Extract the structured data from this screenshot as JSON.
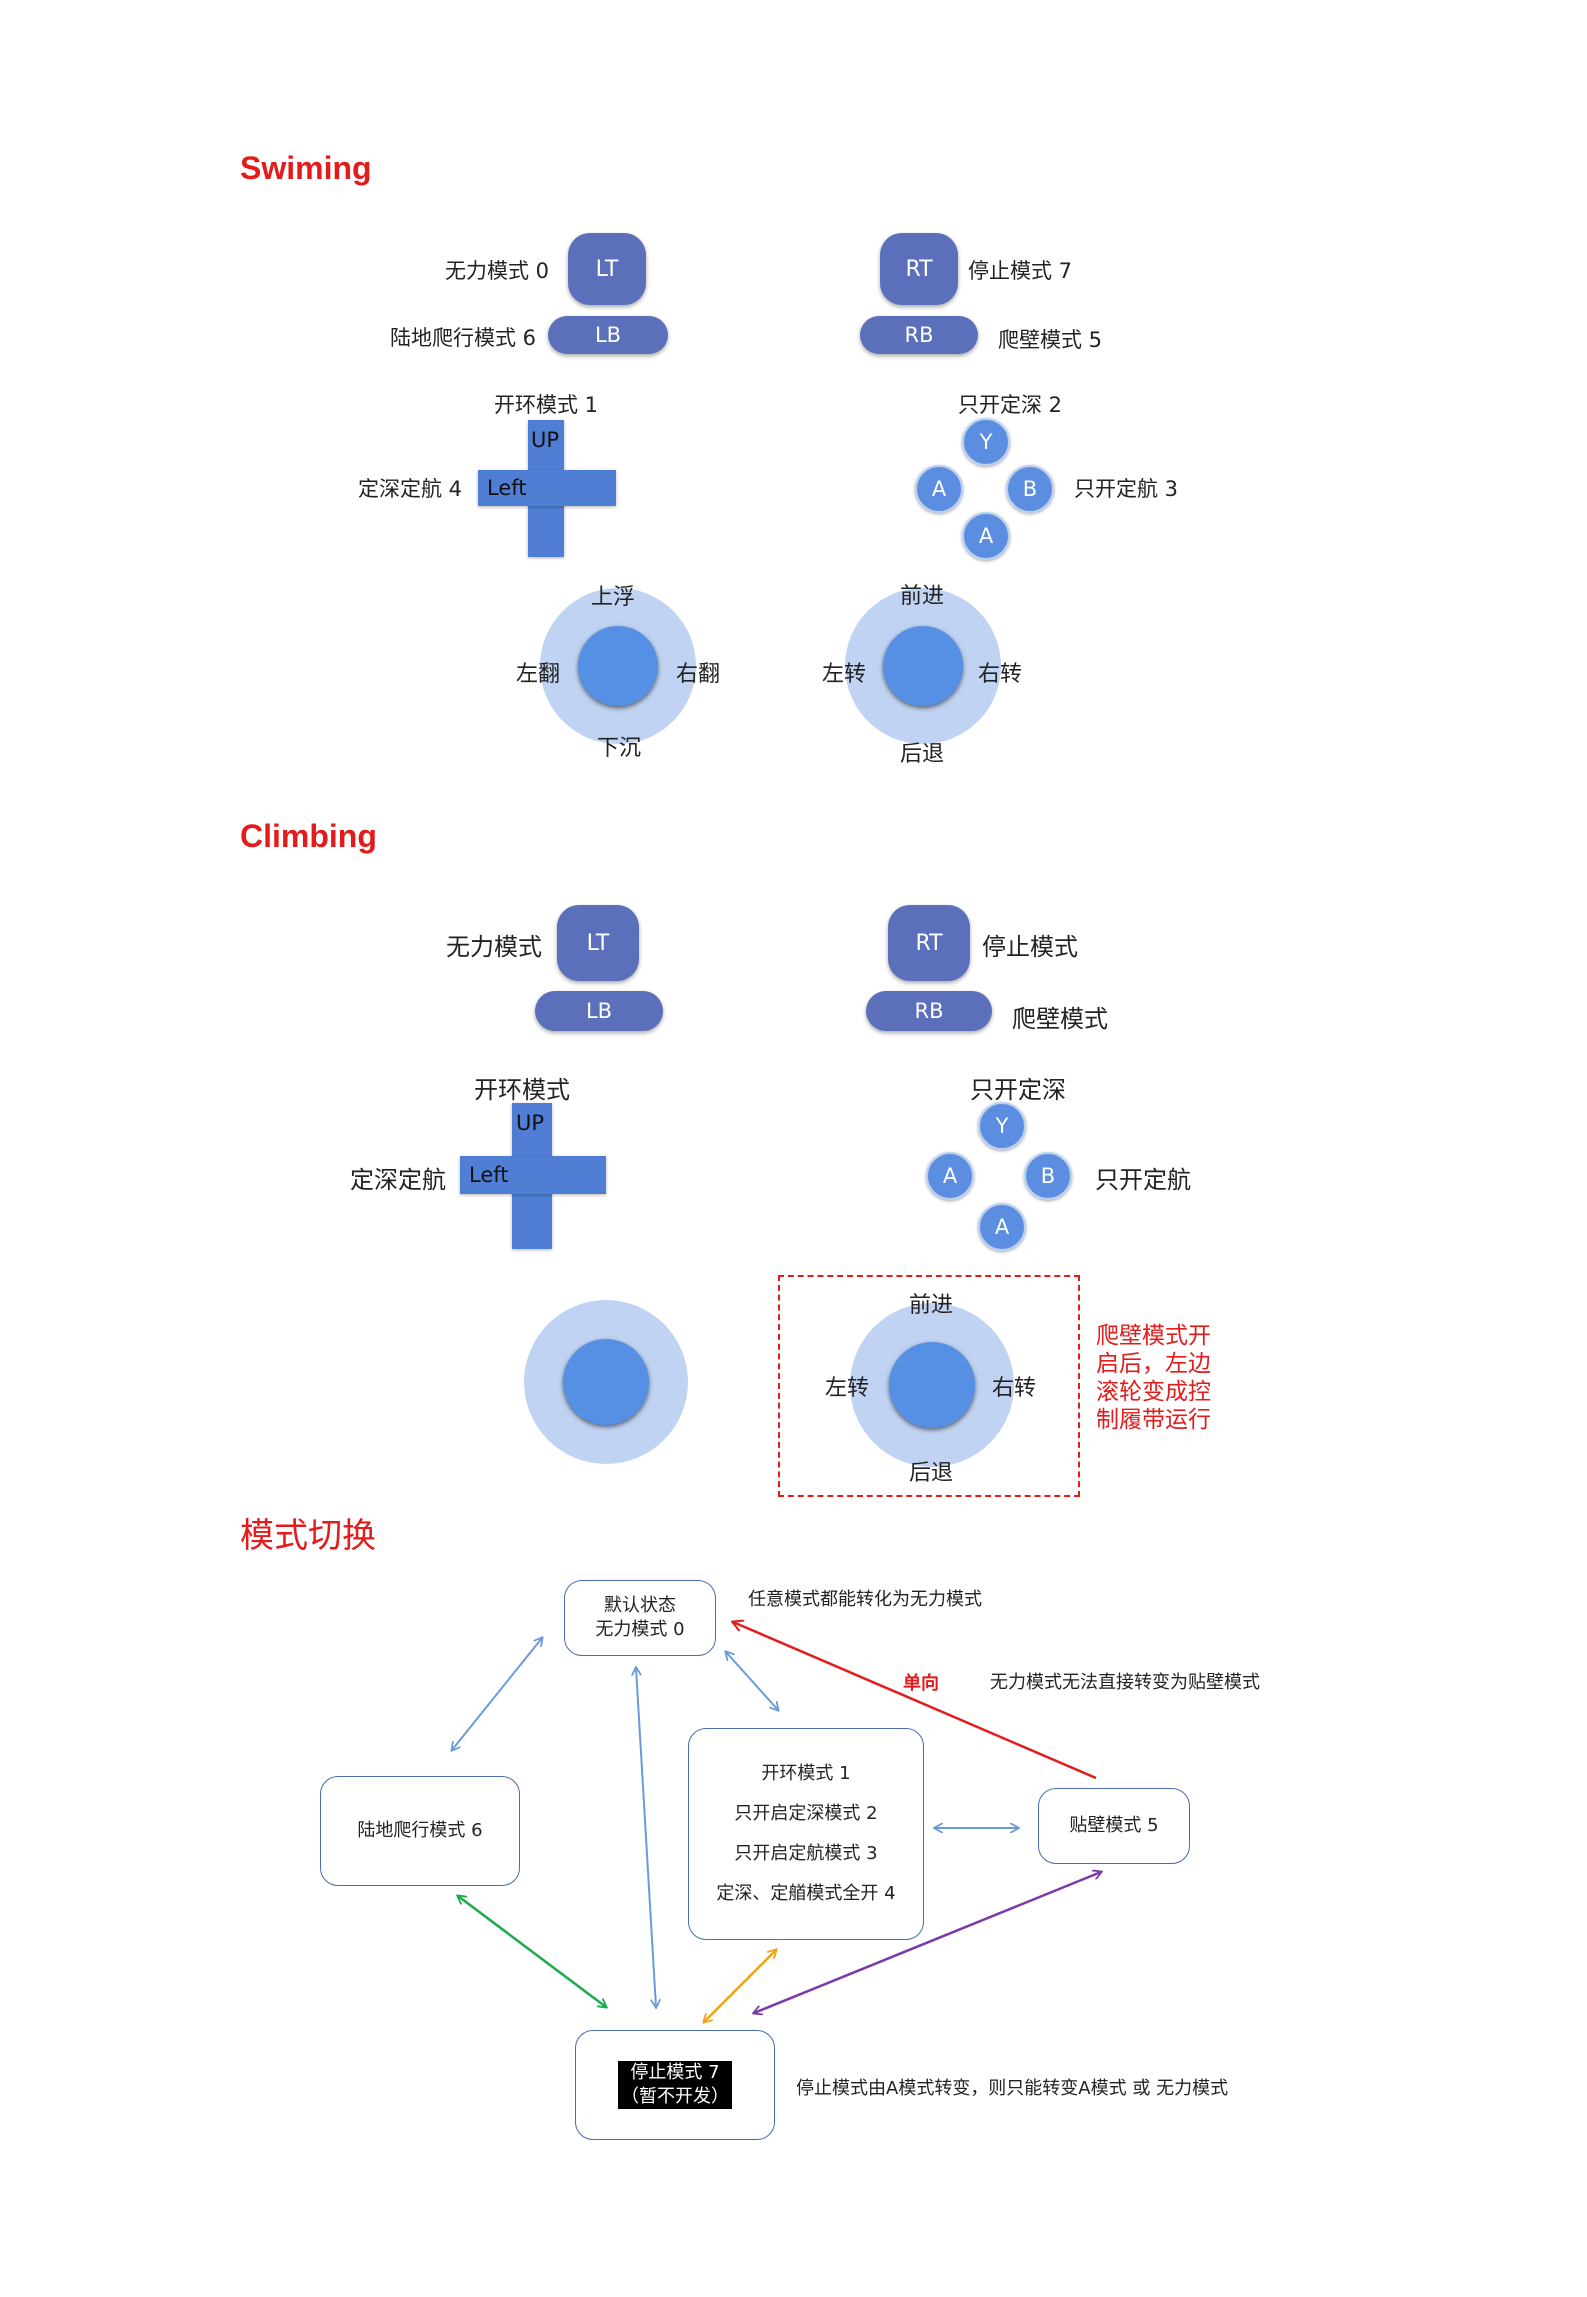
{
  "swiming": {
    "title": "Swiming",
    "lt": {
      "button": "LT",
      "label": "无力模式 0"
    },
    "lb": {
      "button": "LB",
      "label": "陆地爬行模式 6"
    },
    "rt": {
      "button": "RT",
      "label": "停止模式 7"
    },
    "rb": {
      "button": "RB",
      "label": "爬壁模式 5"
    },
    "dpad": {
      "up_label": "开环模式 1",
      "left_label": "定深定航 4",
      "up": "UP",
      "left": "Left"
    },
    "face": {
      "y_label": "只开定深 2",
      "b_label": "只开定航 3",
      "y": "Y",
      "a_left": "A",
      "b": "B",
      "a_bottom": "A"
    },
    "left_stick": {
      "up": "上浮",
      "down": "下沉",
      "left": "左翻",
      "right": "右翻"
    },
    "right_stick": {
      "up": "前进",
      "down": "后退",
      "left": "左转",
      "right": "右转"
    }
  },
  "climbing": {
    "title": "Climbing",
    "lt": {
      "button": "LT",
      "label": "无力模式"
    },
    "lb": {
      "button": "LB"
    },
    "rt": {
      "button": "RT",
      "label": "停止模式"
    },
    "rb": {
      "button": "RB",
      "label": "爬壁模式"
    },
    "dpad": {
      "up_label": "开环模式",
      "left_label": "定深定航",
      "up": "UP",
      "left": "Left"
    },
    "face": {
      "y_label": "只开定深",
      "b_label": "只开定航",
      "y": "Y",
      "a_left": "A",
      "b": "B",
      "a_bottom": "A"
    },
    "right_stick": {
      "up": "前进",
      "down": "后退",
      "left": "左转",
      "right": "右转"
    },
    "note": "爬壁模式开启后，左边滚轮变成控制履带运行"
  },
  "mode_switch": {
    "title": "模式切换",
    "default_node": {
      "line1": "默认状态",
      "line2": "无力模式 0"
    },
    "land_node": {
      "text": "陆地爬行模式 6"
    },
    "center_node": {
      "line1": "开环模式 1",
      "line2": "只开启定深模式 2",
      "line3": "只开启定航模式 3",
      "line4": "定深、定艏模式全开 4"
    },
    "wall_node": {
      "text": "贴壁模式 5"
    },
    "stop_node": {
      "line1": "停止模式 7",
      "line2": "（暂不开发）"
    },
    "anno_any": "任意模式都能转化为无力模式",
    "anno_oneway": "单向",
    "anno_cannot": "无力模式无法直接转变为贴壁模式",
    "anno_stop": "停止模式由A模式转变，则只能转变A模式 或 无力模式",
    "colors": {
      "blue": "#6b9bd6",
      "red": "#e31b1b",
      "green": "#1aab4b",
      "orange": "#f0a21a",
      "purple": "#7a3aa8"
    }
  }
}
